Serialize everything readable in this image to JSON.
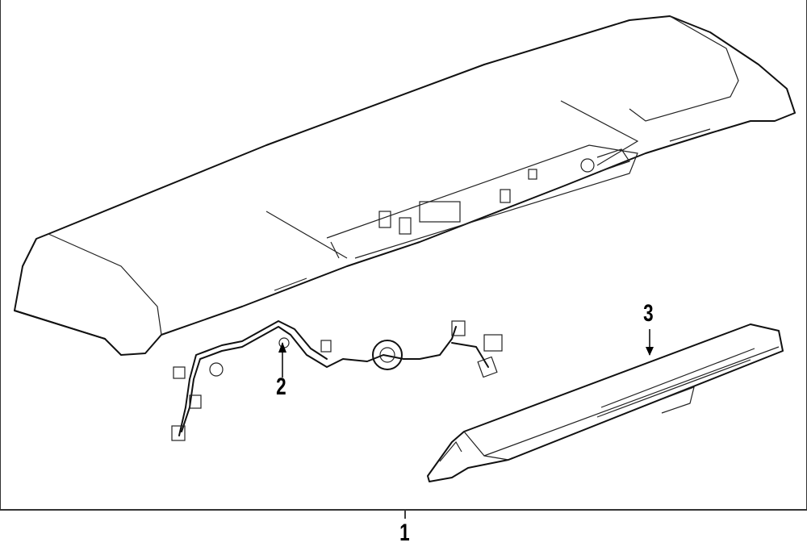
{
  "diagram": {
    "callouts": [
      {
        "id": "1",
        "label": "1",
        "part": "spoiler-assembly"
      },
      {
        "id": "2",
        "label": "2",
        "part": "wiring-harness"
      },
      {
        "id": "3",
        "label": "3",
        "part": "high-mount-stop-lamp"
      }
    ]
  }
}
